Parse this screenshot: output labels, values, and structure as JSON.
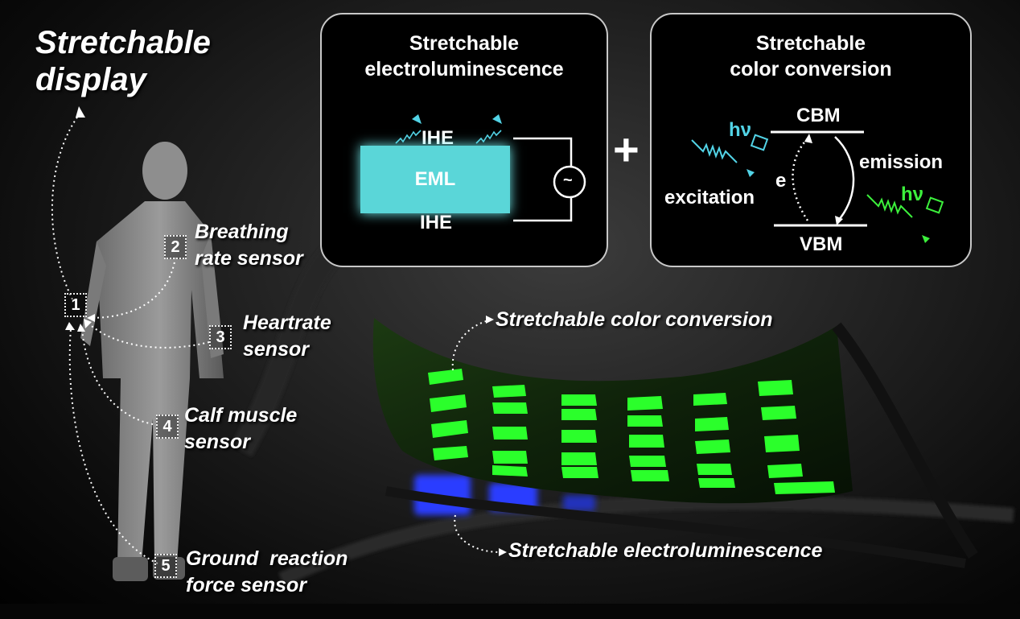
{
  "title": "Stretchable\ndisplay",
  "sensors": [
    {
      "num": "1",
      "label": ""
    },
    {
      "num": "2",
      "label": "Breathing\nrate sensor"
    },
    {
      "num": "3",
      "label": "Heartrate\nsensor"
    },
    {
      "num": "4",
      "label": "Calf muscle\nsensor"
    },
    {
      "num": "5",
      "label": "Ground  reaction\nforce sensor"
    }
  ],
  "panel_el": {
    "title": "Stretchable\nelectroluminescence",
    "top_layer": "IHE",
    "middle_layer": "EML",
    "bottom_layer": "IHE",
    "source_symbol": "~"
  },
  "plus": "+",
  "panel_cc": {
    "title": "Stretchable\ncolor conversion",
    "cbm": "CBM",
    "vbm": "VBM",
    "electron": "e",
    "excitation": "excitation",
    "emission": "emission",
    "photon": "hν"
  },
  "device_callouts": {
    "top": "Stretchable color conversion",
    "bottom": "Stretchable electroluminescence"
  },
  "colors": {
    "eml": "#5ad6d8",
    "excitation_photon": "#52d3e6",
    "emission_photon": "#3cf03c",
    "green_pixels": "#2bff2b",
    "blue_emission": "#2a3cff"
  }
}
